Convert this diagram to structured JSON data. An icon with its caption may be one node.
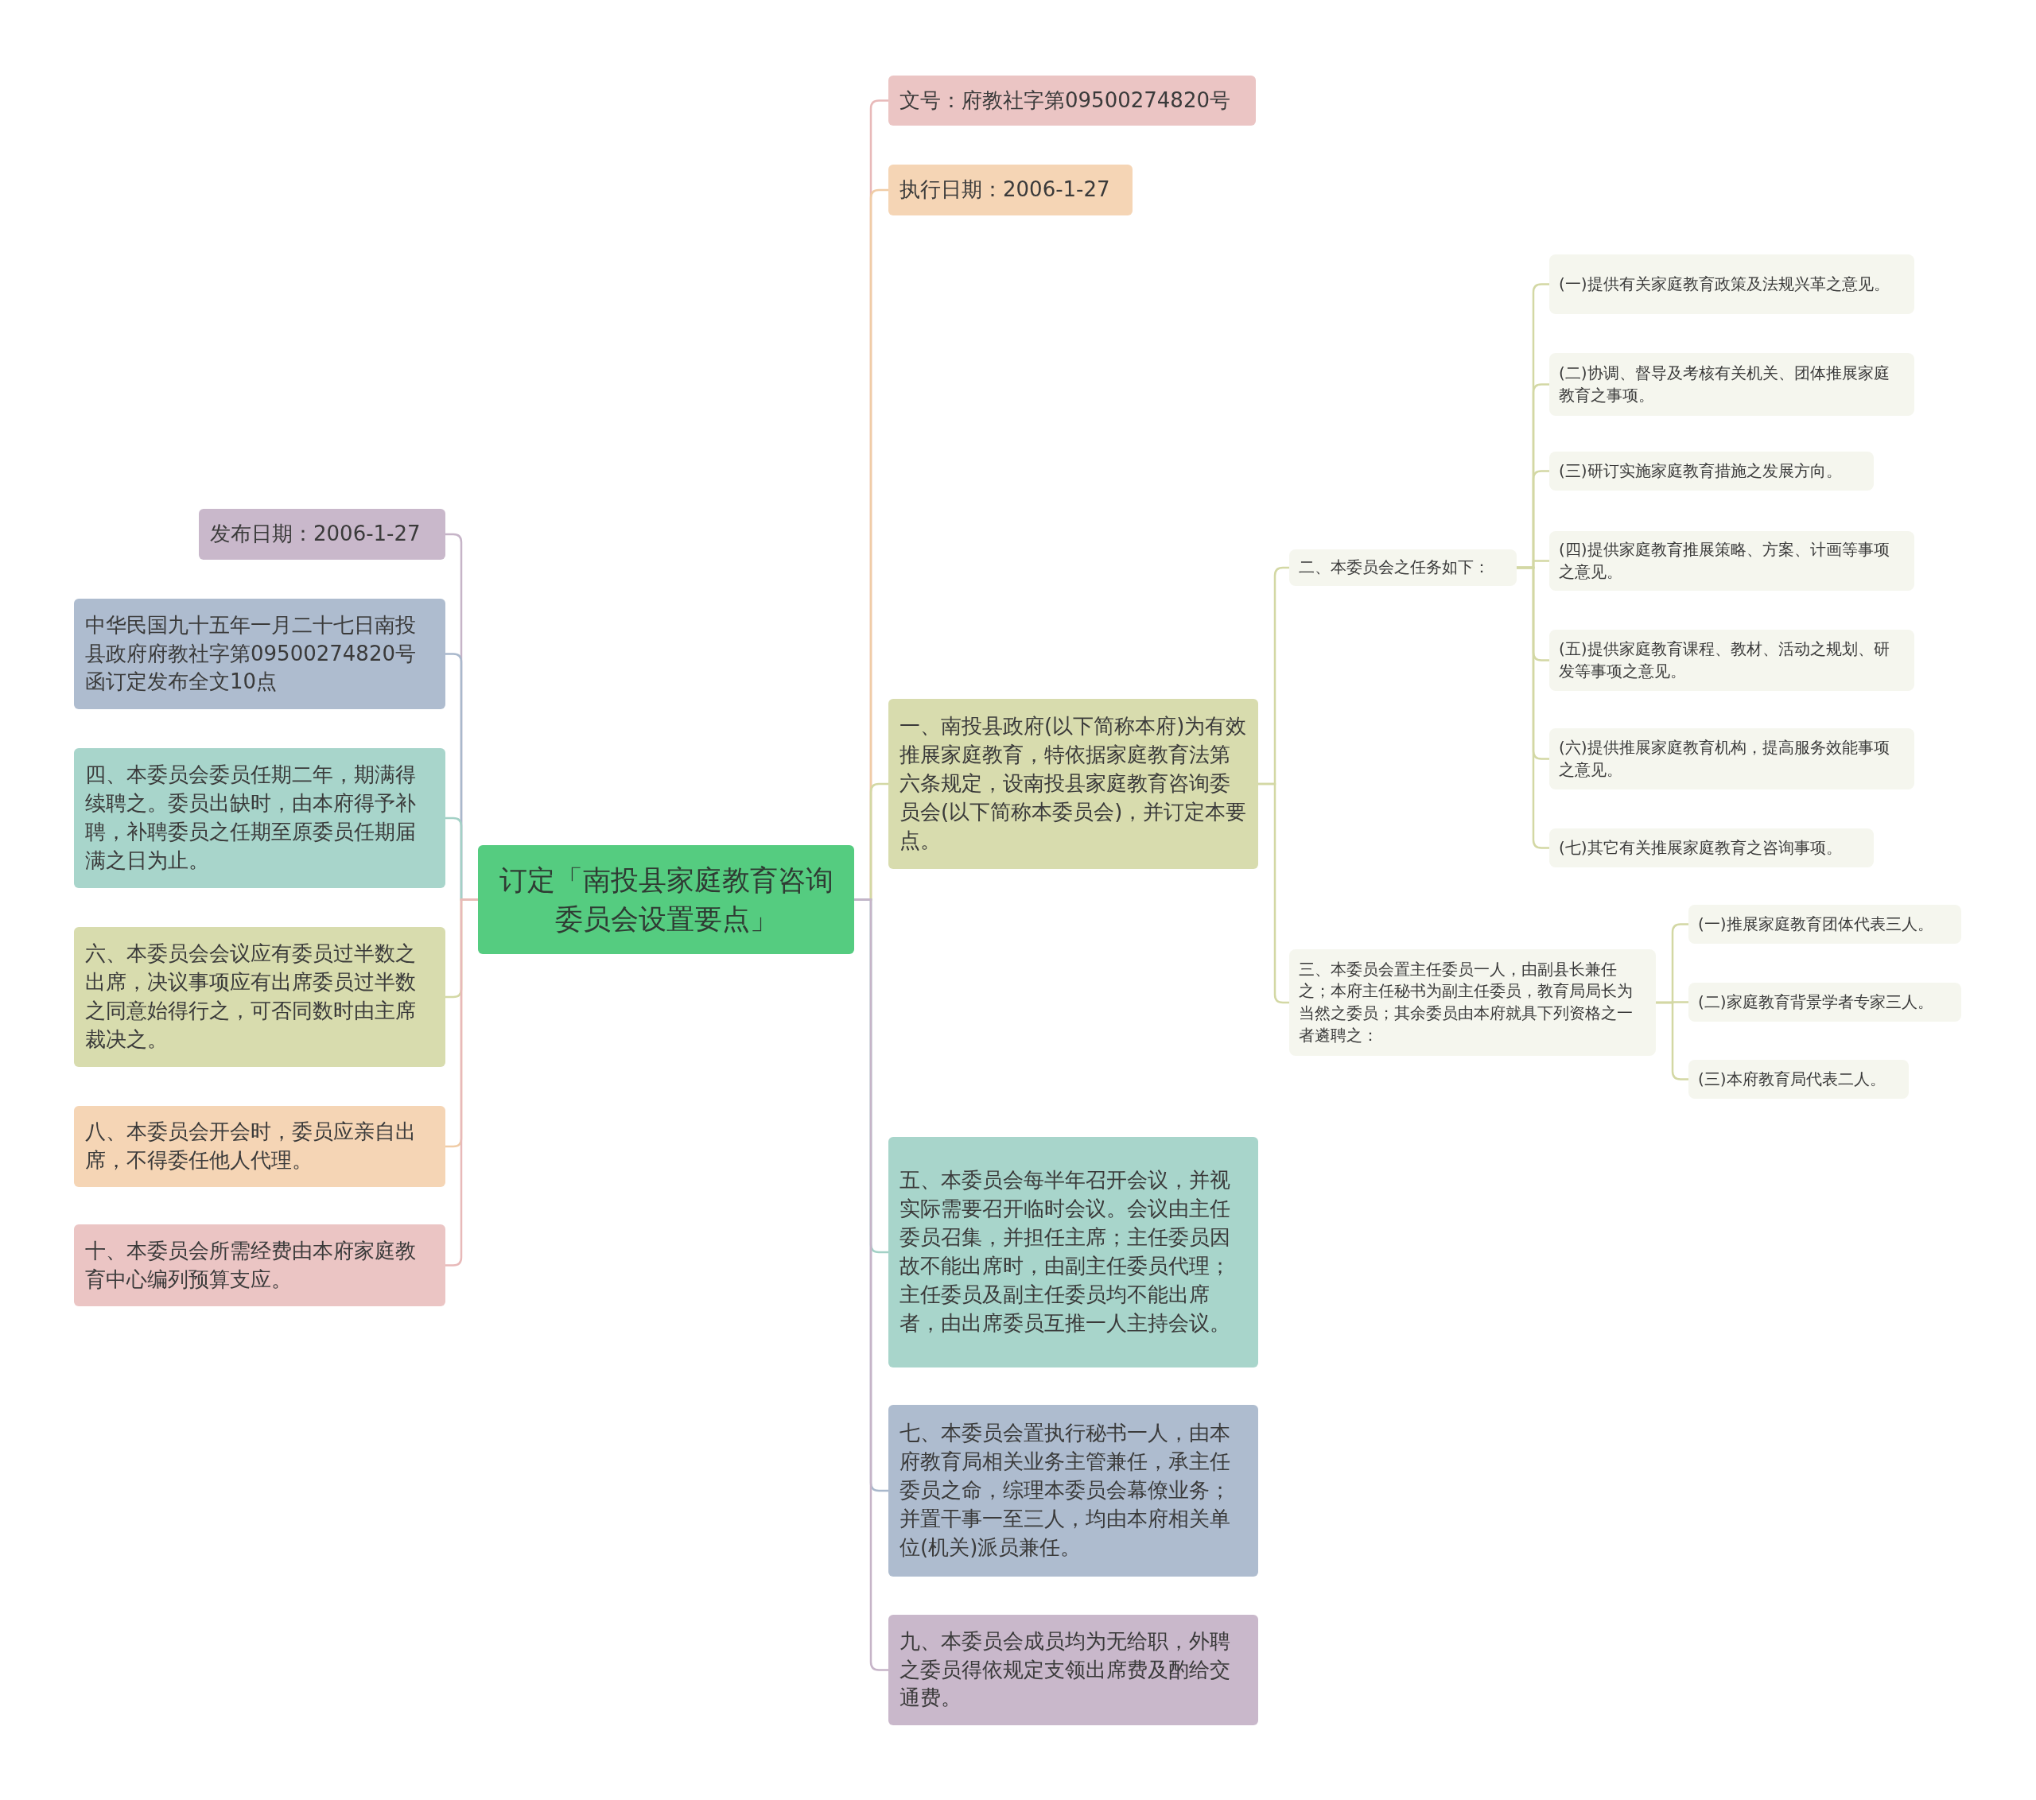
{
  "diagram": {
    "nodes": [
      {
        "text": [
          "订定「南投县家庭教育咨询委员会设置要点」"
        ]
      },
      {
        "text": [
          "文号：府教社字第09500274820号"
        ]
      },
      {
        "text": [
          "执行日期：2006-1-27"
        ]
      },
      {
        "text": [
          "一、南投县政府(以下简称本府)为有效推展家庭教育，特依据家庭教育法第六条规定，设南投县家庭教育咨询委员会(以下简称本委员会)，并订定本要点。"
        ]
      },
      {
        "text": [
          "二、本委员会之任务如下："
        ]
      },
      {
        "text": [
          "(一)提供有关家庭教育政策及法规兴革之意见。"
        ]
      },
      {
        "text": [
          "(二)协调、督导及考核有关机关、团体推展家庭教育之事项。"
        ]
      },
      {
        "text": [
          "(三)研订实施家庭教育措施之发展方向。"
        ]
      },
      {
        "text": [
          "(四)提供家庭教育推展策略、方案、计画等事项之意见。"
        ]
      },
      {
        "text": [
          "(五)提供家庭教育课程、教材、活动之规划、研发等事项之意见。"
        ]
      },
      {
        "text": [
          "(六)提供推展家庭教育机构，提高服务效能事项之意见。"
        ]
      },
      {
        "text": [
          "(七)其它有关推展家庭教育之咨询事项。"
        ]
      },
      {
        "text": [
          "三、本委员会置主任委员一人，由副县长兼任之；本府主任秘书为副主任委员，教育局局长为当然之委员；其余委员由本府就具下列资格之一者遴聘之："
        ]
      },
      {
        "text": [
          "(一)推展家庭教育团体代表三人。"
        ]
      },
      {
        "text": [
          "(二)家庭教育背景学者专家三人。"
        ]
      },
      {
        "text": [
          "(三)本府教育局代表二人。"
        ]
      },
      {
        "text": [
          "五、本委员会每半年召开会议，并视实际需要召开临时会议。会议由主任委员召集，并担任主席；主任委员因故不能出席时，由副主任委员代理；主任委员及副主任委员均不能出席者，由出席委员互推一人主持会议。"
        ]
      },
      {
        "text": [
          "七、本委员会置执行秘书一人，由本府教育局相关业务主管兼任，承主任委员之命，综理本委员会幕僚业务；并置干事一至三人，均由本府相关单位(机关)派员兼任。"
        ]
      },
      {
        "text": [
          "九、本委员会成员均为无给职，外聘之委员得依规定支领出席费及酌给交通费。"
        ]
      },
      {
        "text": [
          "发布日期：2006-1-27"
        ]
      },
      {
        "text": [
          "中华民国九十五年一月二十七日南投县政府府教社字第09500274820号函订定发布全文10点"
        ]
      },
      {
        "text": [
          "四、本委员会委员任期二年，期满得续聘之。委员出缺时，由本府得予补聘，补聘委员之任期至原委员任期届满之日为止。"
        ]
      },
      {
        "text": [
          "六、本委员会会议应有委员过半数之出席，决议事项应有出席委员过半数之同意始得行之，可否同数时由主席裁决之。"
        ]
      },
      {
        "text": [
          "八、本委员会开会时，委员应亲自出席，不得委任他人代理。"
        ]
      },
      {
        "text": [
          "十、本委员会所需经费由本府家庭教育中心编列预算支应。"
        ]
      }
    ],
    "edges": [
      {
        "from": 0,
        "to": 1,
        "arrow": "none",
        "color": "#e8b9b9"
      },
      {
        "from": 0,
        "to": 2,
        "arrow": "none",
        "color": "#f0cca6"
      },
      {
        "from": 0,
        "to": 3,
        "arrow": "none",
        "color": "#d3d8a4"
      },
      {
        "from": 3,
        "to": 4,
        "arrow": "none",
        "color": "#d3d8a4"
      },
      {
        "from": 4,
        "to": 5,
        "arrow": "none",
        "color": "#d3d8a4"
      },
      {
        "from": 4,
        "to": 6,
        "arrow": "none",
        "color": "#d3d8a4"
      },
      {
        "from": 4,
        "to": 7,
        "arrow": "none",
        "color": "#d3d8a4"
      },
      {
        "from": 4,
        "to": 8,
        "arrow": "none",
        "color": "#d3d8a4"
      },
      {
        "from": 4,
        "to": 9,
        "arrow": "none",
        "color": "#d3d8a4"
      },
      {
        "from": 4,
        "to": 10,
        "arrow": "none",
        "color": "#d3d8a4"
      },
      {
        "from": 4,
        "to": 11,
        "arrow": "none",
        "color": "#d3d8a4"
      },
      {
        "from": 3,
        "to": 12,
        "arrow": "none",
        "color": "#d3d8a4"
      },
      {
        "from": 12,
        "to": 13,
        "arrow": "none",
        "color": "#d3d8a4"
      },
      {
        "from": 12,
        "to": 14,
        "arrow": "none",
        "color": "#d3d8a4"
      },
      {
        "from": 12,
        "to": 15,
        "arrow": "none",
        "color": "#d3d8a4"
      },
      {
        "from": 0,
        "to": 16,
        "arrow": "none",
        "color": "#a3d1c6"
      },
      {
        "from": 0,
        "to": 17,
        "arrow": "none",
        "color": "#a9b8cc"
      },
      {
        "from": 0,
        "to": 18,
        "arrow": "none",
        "color": "#c6b4c8"
      },
      {
        "from": 0,
        "to": 19,
        "arrow": "none",
        "color": "#c6b4c8"
      },
      {
        "from": 0,
        "to": 20,
        "arrow": "none",
        "color": "#a9b8cc"
      },
      {
        "from": 0,
        "to": 21,
        "arrow": "none",
        "color": "#a3d1c6"
      },
      {
        "from": 0,
        "to": 22,
        "arrow": "none",
        "color": "#d3d8a4"
      },
      {
        "from": 0,
        "to": 23,
        "arrow": "none",
        "color": "#f0cca6"
      },
      {
        "from": 0,
        "to": 24,
        "arrow": "none",
        "color": "#e8b9b9"
      }
    ]
  }
}
